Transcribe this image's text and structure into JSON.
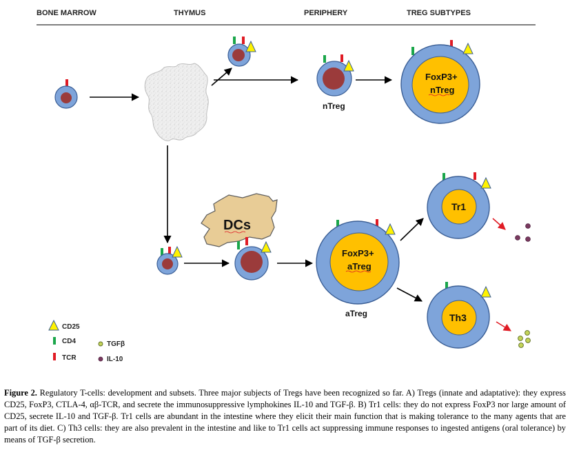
{
  "headers": {
    "bone_marrow": "BONE MARROW",
    "thymus": "THYMUS",
    "periphery": "PERIPHERY",
    "treg_subtypes": "TREG SUBTYPES"
  },
  "labels": {
    "ntreg_small": "nTreg",
    "atreg_small": "aTreg",
    "dcs": "DCs",
    "foxp3_ntreg_line1": "FoxP3+",
    "foxp3_ntreg_line2": "nTreg",
    "foxp3_atreg_line1": "FoxP3+",
    "foxp3_atreg_line2": "aTreg",
    "tr1": "Tr1",
    "th3": "Th3"
  },
  "legend": {
    "cd25": "CD25",
    "cd4": "CD4",
    "tcr": "TCR",
    "tgfb": "TGFβ",
    "il10": "IL-10"
  },
  "colors": {
    "cell_outer": "#7ea4da",
    "cell_nucleus": "#9b3b3b",
    "cell_core": "#ffc000",
    "cd4": "#1aa64a",
    "tcr": "#e01b24",
    "cd25": "#fff200",
    "dcs_fill": "#e8cc96",
    "thymus_fill": "#ececec",
    "tgfb": "#c4d45a",
    "il10": "#7a3a5f",
    "red_arrow": "#e01b24"
  },
  "caption": {
    "figure_label": "Figure 2.",
    "text": " Regulatory T-cells: development and subsets. Three major subjects of Tregs have been recognized so far. A) Tregs (innate and adaptative): they express CD25, FoxP3, CTLA-4, αβ-TCR, and secrete the immunosuppressive lymphokines IL-10 and TGF-β. B) Tr1 cells: they do not express FoxP3 nor large amount of CD25, secrete IL-10 and TGF-β. Tr1 cells are abundant in the intestine where they elicit their main function that is making tolerance to the many agents that are part of its diet. C) Th3 cells: they are also prevalent in the intestine and like to Tr1 cells act suppressing immune responses to ingested antigens (oral tolerance) by means of TGF-β secretion."
  }
}
